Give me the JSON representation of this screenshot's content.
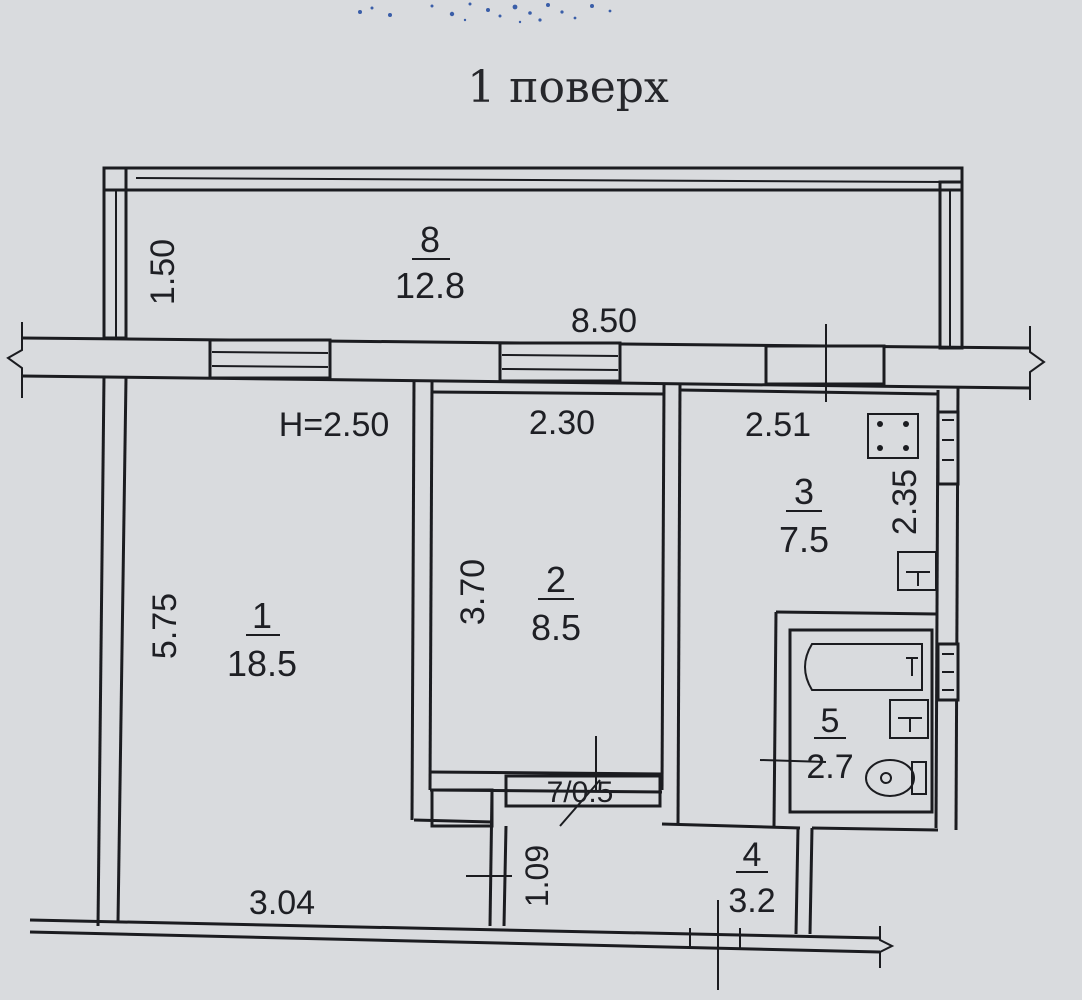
{
  "floor_title": "1 поверх",
  "ceiling_height": "H=2.50",
  "rooms": [
    {
      "number": "1",
      "area": "18.5"
    },
    {
      "number": "2",
      "area": "8.5"
    },
    {
      "number": "3",
      "area": "7.5"
    },
    {
      "number": "4",
      "area": "3.2"
    },
    {
      "number": "5",
      "area": "2.7"
    },
    {
      "number": "8",
      "area": "12.8"
    }
  ],
  "dimensions": {
    "balcony_depth": "1.50",
    "total_width": "8.50",
    "room2_width": "2.30",
    "room3_width": "2.51",
    "room3_depth": "2.35",
    "room1_depth": "5.75",
    "room2_depth": "3.70",
    "room1_width": "3.04",
    "hall_depth": "1.09",
    "closet": "7/0.5"
  },
  "colors": {
    "background": "#d9dbde",
    "ink": "#1b1c20",
    "dots": "#3a5ea8"
  }
}
